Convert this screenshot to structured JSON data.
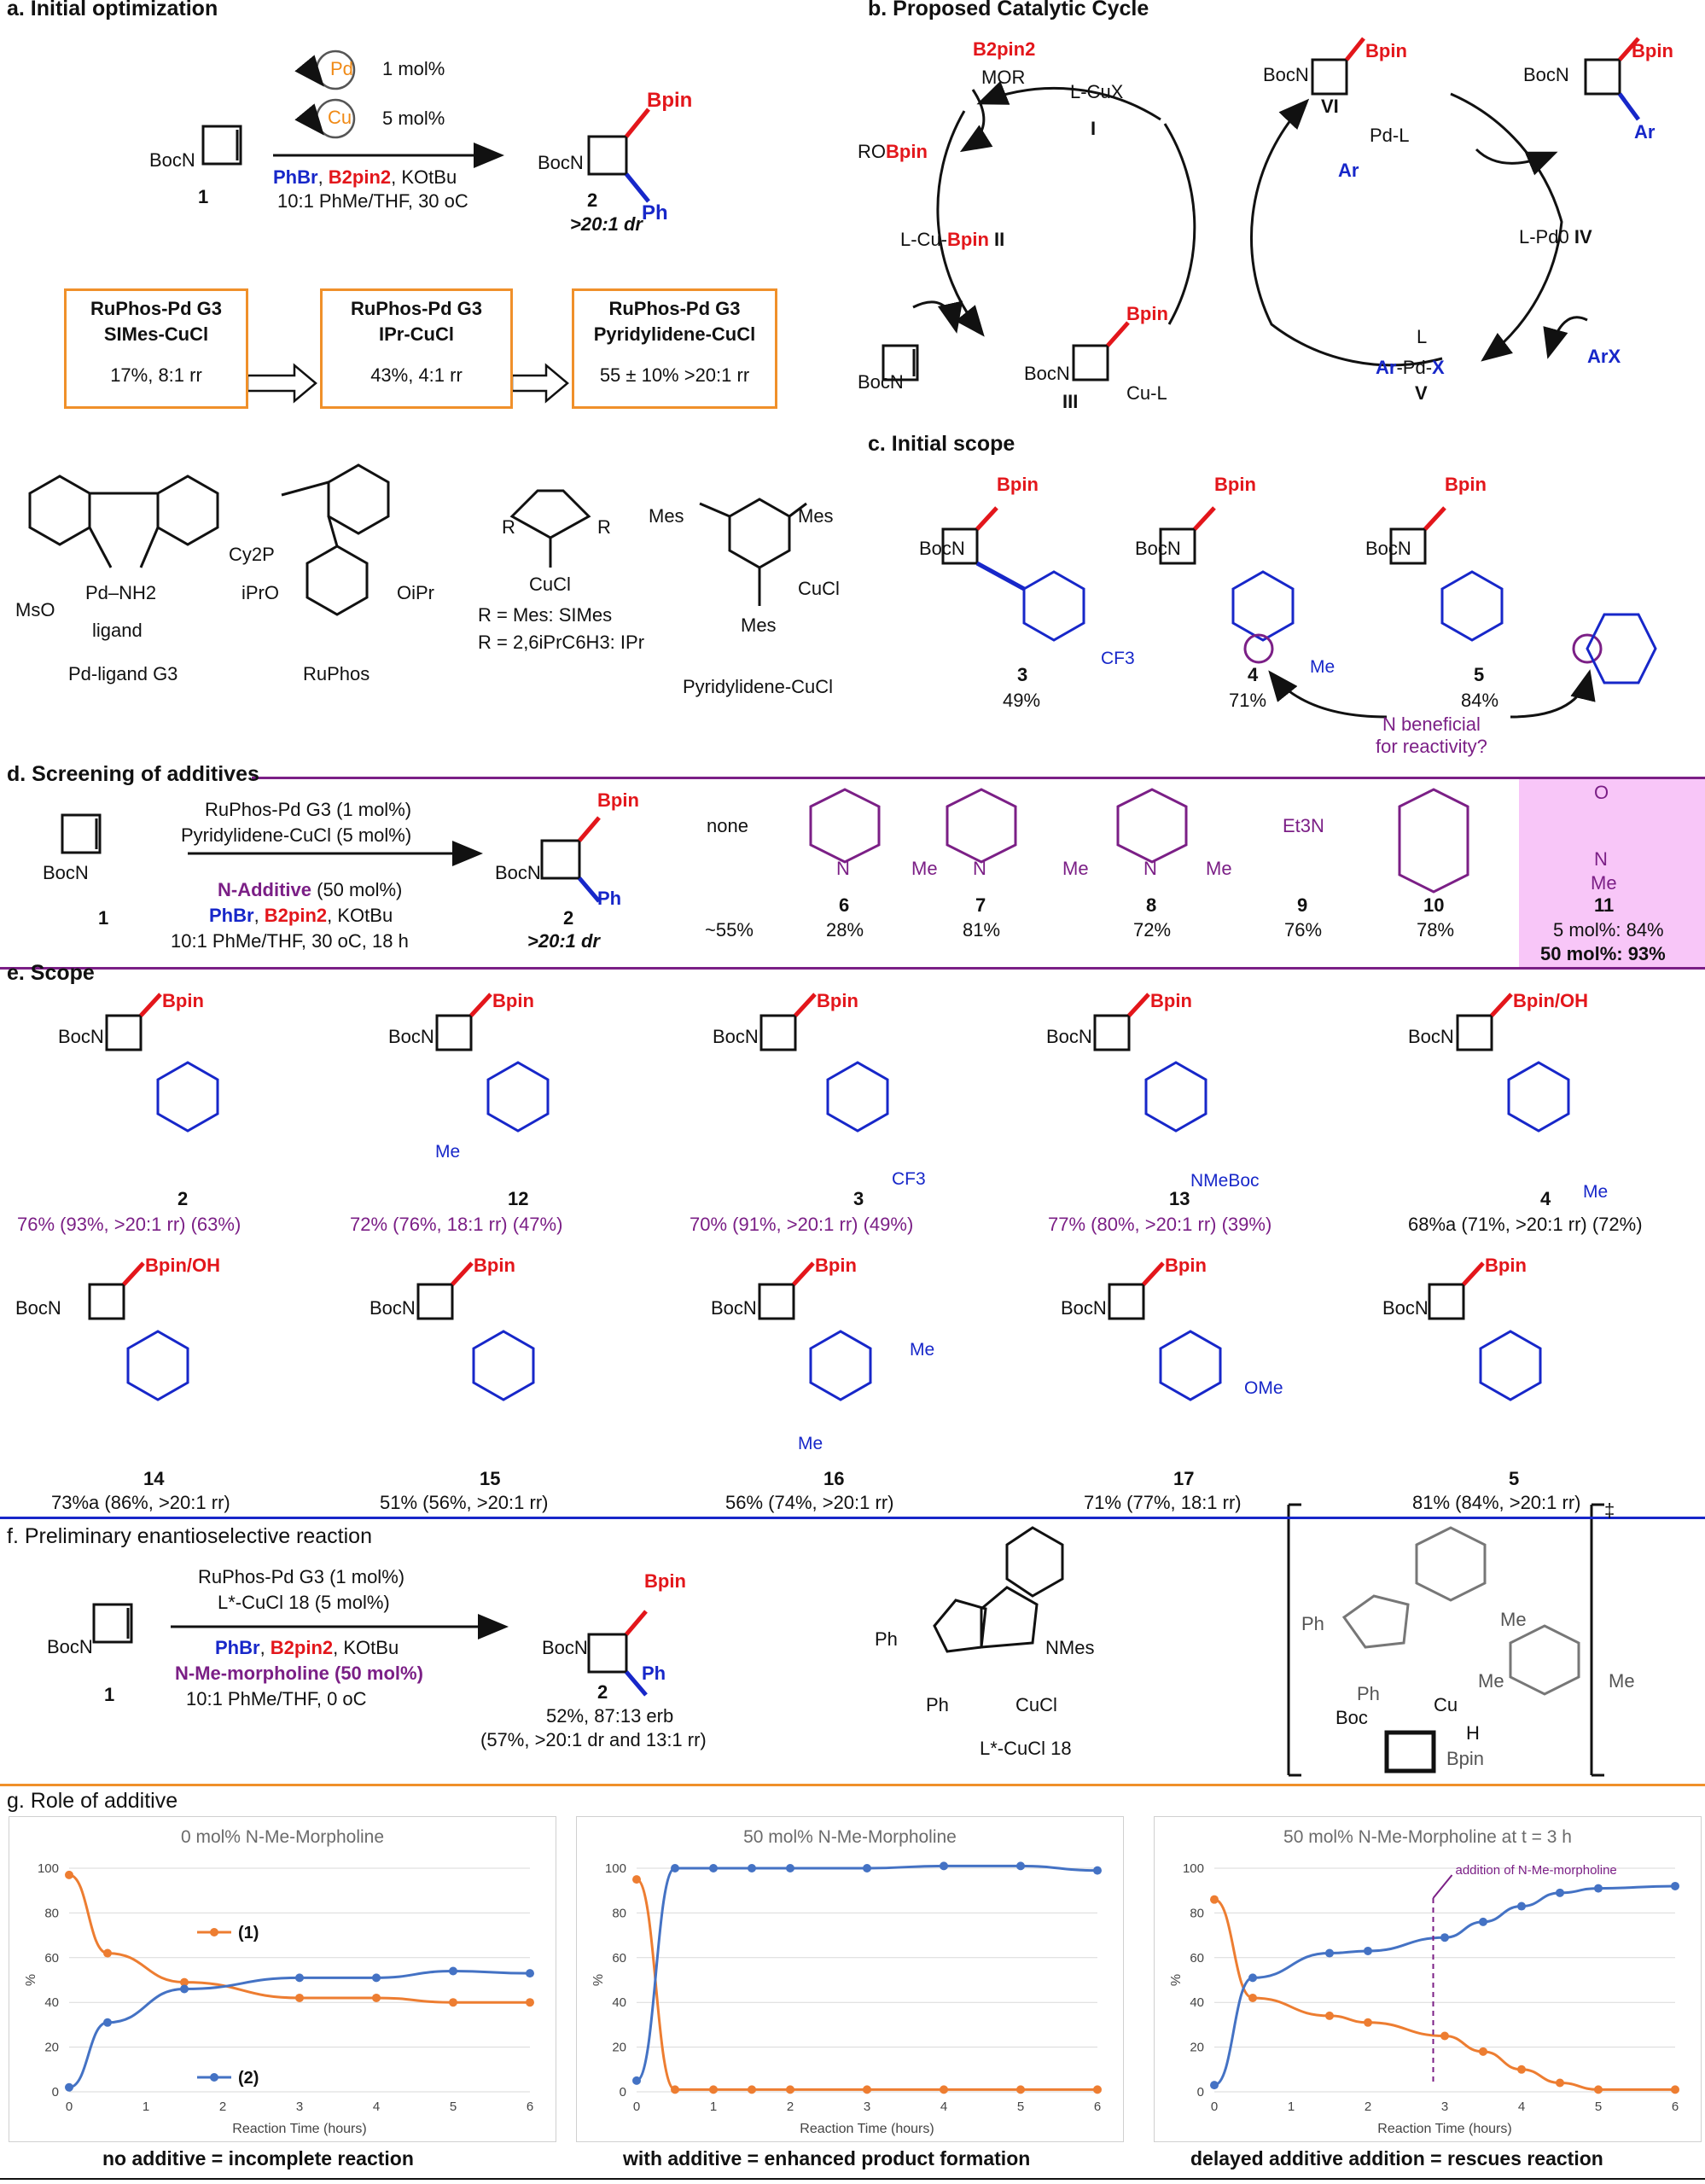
{
  "sections": {
    "a": "a. Initial optimization",
    "b": "b. Proposed Catalytic Cycle",
    "c": "c. Initial scope",
    "d": "d. Screening of additives",
    "e": "e. Scope",
    "f": "f. Preliminary enantioselective reaction",
    "g": "g. Role of additive"
  },
  "section_a": {
    "pd": "Pd",
    "cu": "Cu",
    "pd_load": "1 mol%",
    "cu_load": "5 mol%",
    "sm_label": "BocN",
    "sm_num": "1",
    "reagent_phbr": "PhBr",
    "reagent_b2pin2": "B2pin2",
    "reagent_base": ", KOtBu",
    "conditions": "10:1 PhMe/THF, 30 oC",
    "product_bpin": "Bpin",
    "product_ph": "Ph",
    "product_boc": "BocN",
    "product_num": "2",
    "product_dr": ">20:1 dr",
    "boxes": [
      {
        "l1": "RuPhos-Pd G3",
        "l2": "SIMes-CuCl",
        "l3": "17%, 8:1 rr"
      },
      {
        "l1": "RuPhos-Pd G3",
        "l2": "IPr-CuCl",
        "l3": "43%, 4:1 rr"
      },
      {
        "l1": "RuPhos-Pd G3",
        "l2": "Pyridylidene-CuCl",
        "l3": "55 ± 10% >20:1 rr"
      }
    ],
    "struct_labels": {
      "pdg3": "Pd-ligand G3",
      "ms": "MsO",
      "nh2": "Pd–NH2",
      "ligand": "ligand",
      "ruphos": "RuPhos",
      "cy2p": "Cy2P",
      "ipro": "iPrO",
      "oipr": "OiPr",
      "nhc_r1": "R",
      "nhc_r2": "R",
      "nhc_cucl": "CuCl",
      "simes": "R = Mes: SIMes",
      "ipr": "R = 2,6iPrC6H3: IPr",
      "mes1": "Mes",
      "mes2": "Mes",
      "mes3": "Mes",
      "pyr_cucl": "CuCl",
      "pyridylidene": "Pyridylidene-CuCl"
    }
  },
  "section_b": {
    "b2pin2": "B2pin2",
    "mor": "MOR",
    "robpin_ro": "RO",
    "robpin_b": "Bpin",
    "lcux": "L-CuX",
    "i": "I",
    "lcubpin_a": "L-Cu-",
    "lcubpin_b": "Bpin",
    "ii": "II",
    "iii_bpin": "Bpin",
    "iii_cul": "Cu-L",
    "iii": "III",
    "sm_boc": "BocN",
    "iii_boc": "BocN",
    "vi_boc": "BocN",
    "vi": "VI",
    "vi_bpin": "Bpin",
    "vi_pdl": "Pd-L",
    "vi_ar": "Ar",
    "prod_boc": "BocN",
    "prod_bpin": "Bpin",
    "prod_ar": "Ar",
    "lpd0": "L-Pd0",
    "iv": "IV",
    "arx": "ArX",
    "v_l": "L",
    "v_ar": "Ar",
    "v_pd": "-Pd-",
    "v_x": "X",
    "v": "V"
  },
  "section_c": {
    "compounds": [
      {
        "num": "3",
        "yield": "49%",
        "sub": "CF3"
      },
      {
        "num": "4",
        "yield": "71%",
        "sub": "Me"
      },
      {
        "num": "5",
        "yield": "84%",
        "sub": ""
      }
    ],
    "note": "N beneficial for reactivity?",
    "note_l1": "N beneficial",
    "note_l2": "for reactivity?",
    "bpin": "Bpin",
    "boc": "BocN"
  },
  "section_d": {
    "cond1": "RuPhos-Pd G3 (1 mol%)",
    "cond2": "Pyridylidene-CuCl (5 mol%)",
    "additive": "N-Additive",
    "additive_load": " (50 mol%)",
    "cond4_phbr": "PhBr",
    "cond4_b2pin2": "B2pin2",
    "cond4_base": ", KOtBu",
    "cond5": "10:1 PhMe/THF, 30 oC, 18 h",
    "sm_num": "1",
    "prod_num": "2",
    "dr": ">20:1 dr",
    "bpin": "Bpin",
    "ph": "Ph",
    "boc": "BocN",
    "none_label": "none",
    "none_yield": "~55%",
    "additives": [
      {
        "num": "6",
        "yield": "28%"
      },
      {
        "num": "7",
        "yield": "81%"
      },
      {
        "num": "8",
        "yield": "72%"
      },
      {
        "num": "9",
        "yield": "76%",
        "label": "Et3N"
      },
      {
        "num": "10",
        "yield": "78%"
      },
      {
        "num": "11",
        "yield1": "5 mol%: 84%",
        "yield2": "50 mol%: 93%"
      }
    ],
    "me": "Me",
    "n": "N",
    "o": "O"
  },
  "section_e": {
    "row1": [
      {
        "num": "2",
        "yield": "76% (93%, >20:1 rr) (63%)",
        "top": "Bpin"
      },
      {
        "num": "12",
        "yield": "72% (76%, 18:1 rr) (47%)",
        "top": "Bpin",
        "sub": "Me"
      },
      {
        "num": "3",
        "yield": "70% (91%, >20:1 rr) (49%)",
        "top": "Bpin",
        "sub": "CF3"
      },
      {
        "num": "13",
        "yield": "77% (80%, >20:1 rr) (39%)",
        "top": "Bpin",
        "sub": "NMeBoc"
      },
      {
        "num": "4",
        "yield": "68%a (71%, >20:1 rr) (72%)",
        "top": "Bpin/OH",
        "sub": "Me"
      }
    ],
    "row2": [
      {
        "num": "14",
        "yield": "73%a (86%, >20:1 rr)",
        "top": "Bpin/OH"
      },
      {
        "num": "15",
        "yield": "51% (56%, >20:1 rr)",
        "top": "Bpin"
      },
      {
        "num": "16",
        "yield": "56% (74%, >20:1 rr)",
        "top": "Bpin",
        "sub": "Me"
      },
      {
        "num": "17",
        "yield": "71% (77%, 18:1 rr)",
        "top": "Bpin",
        "sub": "OMe"
      },
      {
        "num": "5",
        "yield": "81% (84%, >20:1 rr)",
        "top": "Bpin"
      }
    ],
    "boc": "BocN"
  },
  "section_f": {
    "cond1": "RuPhos-Pd G3 (1 mol%)",
    "cond2": "L*-CuCl 18 (5 mol%)",
    "cond3_phbr": "PhBr",
    "cond3_b2pin2": "B2pin2",
    "cond3_base": ", KOtBu",
    "cond4": "N-Me-morpholine (50 mol%)",
    "cond5": "10:1 PhMe/THF, 0 oC",
    "sm_num": "1",
    "prod_num": "2",
    "er": "52%, 87:13 erb",
    "dr": "(57%, >20:1 dr and 13:1 rr)",
    "ligand_label": "L*-CuCl 18",
    "bpin": "Bpin",
    "ph": "Ph",
    "boc": "BocN",
    "lig_ph1": "Ph",
    "lig_ph2": "Ph",
    "lig_nmes": "NMes",
    "lig_cucl": "CuCl",
    "ts_ph1": "Ph",
    "ts_ph2": "Ph",
    "ts_boc": "Boc",
    "ts_cu": "Cu",
    "ts_h": "H",
    "ts_bpin": "Bpin",
    "ts_me1": "Me",
    "ts_me2": "Me",
    "ts_me3": "Me",
    "ts_dagger": "‡"
  },
  "section_g": {
    "xlabel": "Reaction Time (hours)",
    "ylabel": "%",
    "captions": [
      "no additive = incomplete reaction",
      "with additive = enhanced product formation",
      "delayed additive addition = rescues reaction"
    ]
  },
  "colors": {
    "orange": "#ed7d31",
    "blue": "#4472c4",
    "purple": "#7b1f86",
    "red": "#e3161b",
    "navy": "#1727c9"
  },
  "chart_data": [
    {
      "type": "line",
      "title": "0 mol% N-Me-Morpholine",
      "xlabel": "Reaction Time (hours)",
      "ylabel": "%",
      "xlim": [
        0,
        6
      ],
      "ylim": [
        0,
        100
      ],
      "xticks": [
        0,
        1,
        2,
        3,
        4,
        5,
        6
      ],
      "yticks": [
        0,
        20,
        40,
        60,
        80,
        100
      ],
      "legend": "inside",
      "series": [
        {
          "name": "(1)",
          "color": "#ed7d31",
          "x": [
            0,
            0.5,
            1.5,
            3,
            4,
            5,
            6
          ],
          "y": [
            97,
            62,
            49,
            42,
            42,
            40,
            40
          ]
        },
        {
          "name": "(2)",
          "color": "#4472c4",
          "x": [
            0,
            0.5,
            1.5,
            3,
            4,
            5,
            6
          ],
          "y": [
            2,
            31,
            46,
            51,
            51,
            54,
            53
          ]
        }
      ]
    },
    {
      "type": "line",
      "title": "50 mol% N-Me-Morpholine",
      "xlabel": "Reaction Time (hours)",
      "ylabel": "%",
      "xlim": [
        0,
        6
      ],
      "ylim": [
        0,
        100
      ],
      "xticks": [
        0,
        1,
        2,
        3,
        4,
        5,
        6
      ],
      "yticks": [
        0,
        20,
        40,
        60,
        80,
        100
      ],
      "series": [
        {
          "name": "(1)",
          "color": "#ed7d31",
          "x": [
            0,
            0.5,
            1,
            1.5,
            2,
            3,
            4,
            5,
            6
          ],
          "y": [
            95,
            1,
            1,
            1,
            1,
            1,
            1,
            1,
            1
          ]
        },
        {
          "name": "(2)",
          "color": "#4472c4",
          "x": [
            0,
            0.5,
            1,
            1.5,
            2,
            3,
            4,
            5,
            6
          ],
          "y": [
            5,
            100,
            100,
            100,
            100,
            100,
            101,
            101,
            99
          ]
        }
      ]
    },
    {
      "type": "line",
      "title": "50 mol% N-Me-Morpholine at t = 3 h",
      "xlabel": "Reaction Time (hours)",
      "ylabel": "%",
      "xlim": [
        0,
        6
      ],
      "ylim": [
        0,
        100
      ],
      "xticks": [
        0,
        1,
        2,
        3,
        4,
        5,
        6
      ],
      "yticks": [
        0,
        20,
        40,
        60,
        80,
        100
      ],
      "annotation": {
        "text": "addition of N-Me-morpholine",
        "x": 2.85
      },
      "series": [
        {
          "name": "(1)",
          "color": "#ed7d31",
          "x": [
            0,
            0.5,
            1.5,
            2,
            3,
            3.5,
            4,
            4.5,
            5,
            6
          ],
          "y": [
            86,
            42,
            34,
            31,
            25,
            18,
            10,
            4,
            1,
            1
          ]
        },
        {
          "name": "(2)",
          "color": "#4472c4",
          "x": [
            0,
            0.5,
            1.5,
            2,
            3,
            3.5,
            4,
            4.5,
            5,
            6
          ],
          "y": [
            3,
            51,
            62,
            63,
            69,
            76,
            83,
            89,
            91,
            92
          ]
        }
      ]
    }
  ]
}
